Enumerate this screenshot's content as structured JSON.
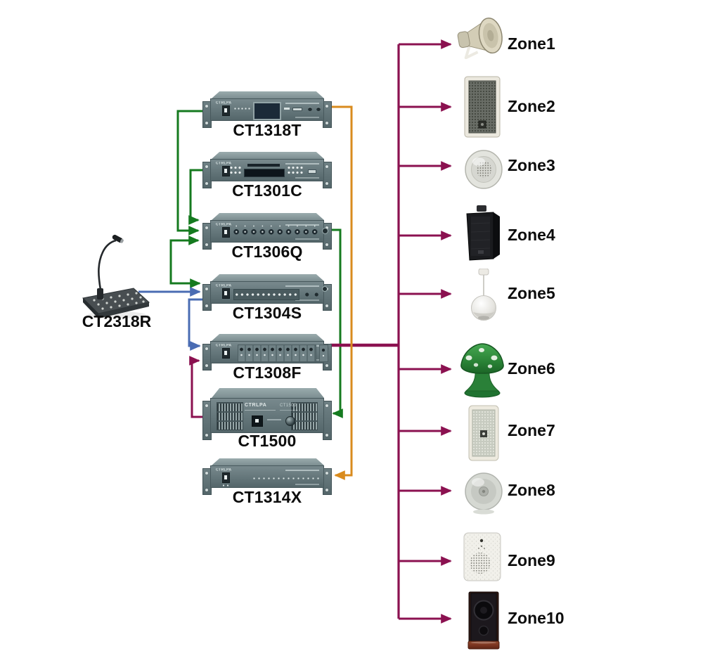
{
  "colors": {
    "green": "#157a1f",
    "blue": "#4a6cb3",
    "maroon": "#8b1150",
    "orange": "#d98b1e"
  },
  "microphone": {
    "label": "CT2318R",
    "icon": "gooseneck-paging-microphone"
  },
  "rack_devices": [
    {
      "label": "CT1318T",
      "brand": "CTRLPA",
      "kind": "media-player-with-lcd"
    },
    {
      "label": "CT1301C",
      "brand": "CTRLPA",
      "kind": "cd-player"
    },
    {
      "label": "CT1306Q",
      "brand": "CTRLPA",
      "kind": "mixer-10-knobs"
    },
    {
      "label": "CT1304S",
      "brand": "CTRLPA",
      "kind": "source-selector"
    },
    {
      "label": "CT1308F",
      "brand": "CTRLPA",
      "kind": "10-zone-distributor"
    },
    {
      "label": "CT1500",
      "brand": "CTRLPA",
      "kind": "power-amplifier",
      "panel_text": "CT1500"
    },
    {
      "label": "CT1314X",
      "brand": "CTRLPA",
      "kind": "monitor-panel"
    }
  ],
  "zones": [
    {
      "label": "Zone1",
      "icon": "horn-speaker"
    },
    {
      "label": "Zone2",
      "icon": "column-speaker-dark-grille"
    },
    {
      "label": "Zone3",
      "icon": "ceiling-speaker"
    },
    {
      "label": "Zone4",
      "icon": "wall-box-speaker-black"
    },
    {
      "label": "Zone5",
      "icon": "pendant-sphere-speaker"
    },
    {
      "label": "Zone6",
      "icon": "garden-mushroom-speaker"
    },
    {
      "label": "Zone7",
      "icon": "column-speaker-light"
    },
    {
      "label": "Zone8",
      "icon": "ceiling-speaker-round"
    },
    {
      "label": "Zone9",
      "icon": "wall-panel-speaker"
    },
    {
      "label": "Zone10",
      "icon": "cabinet-speaker-wood"
    }
  ]
}
